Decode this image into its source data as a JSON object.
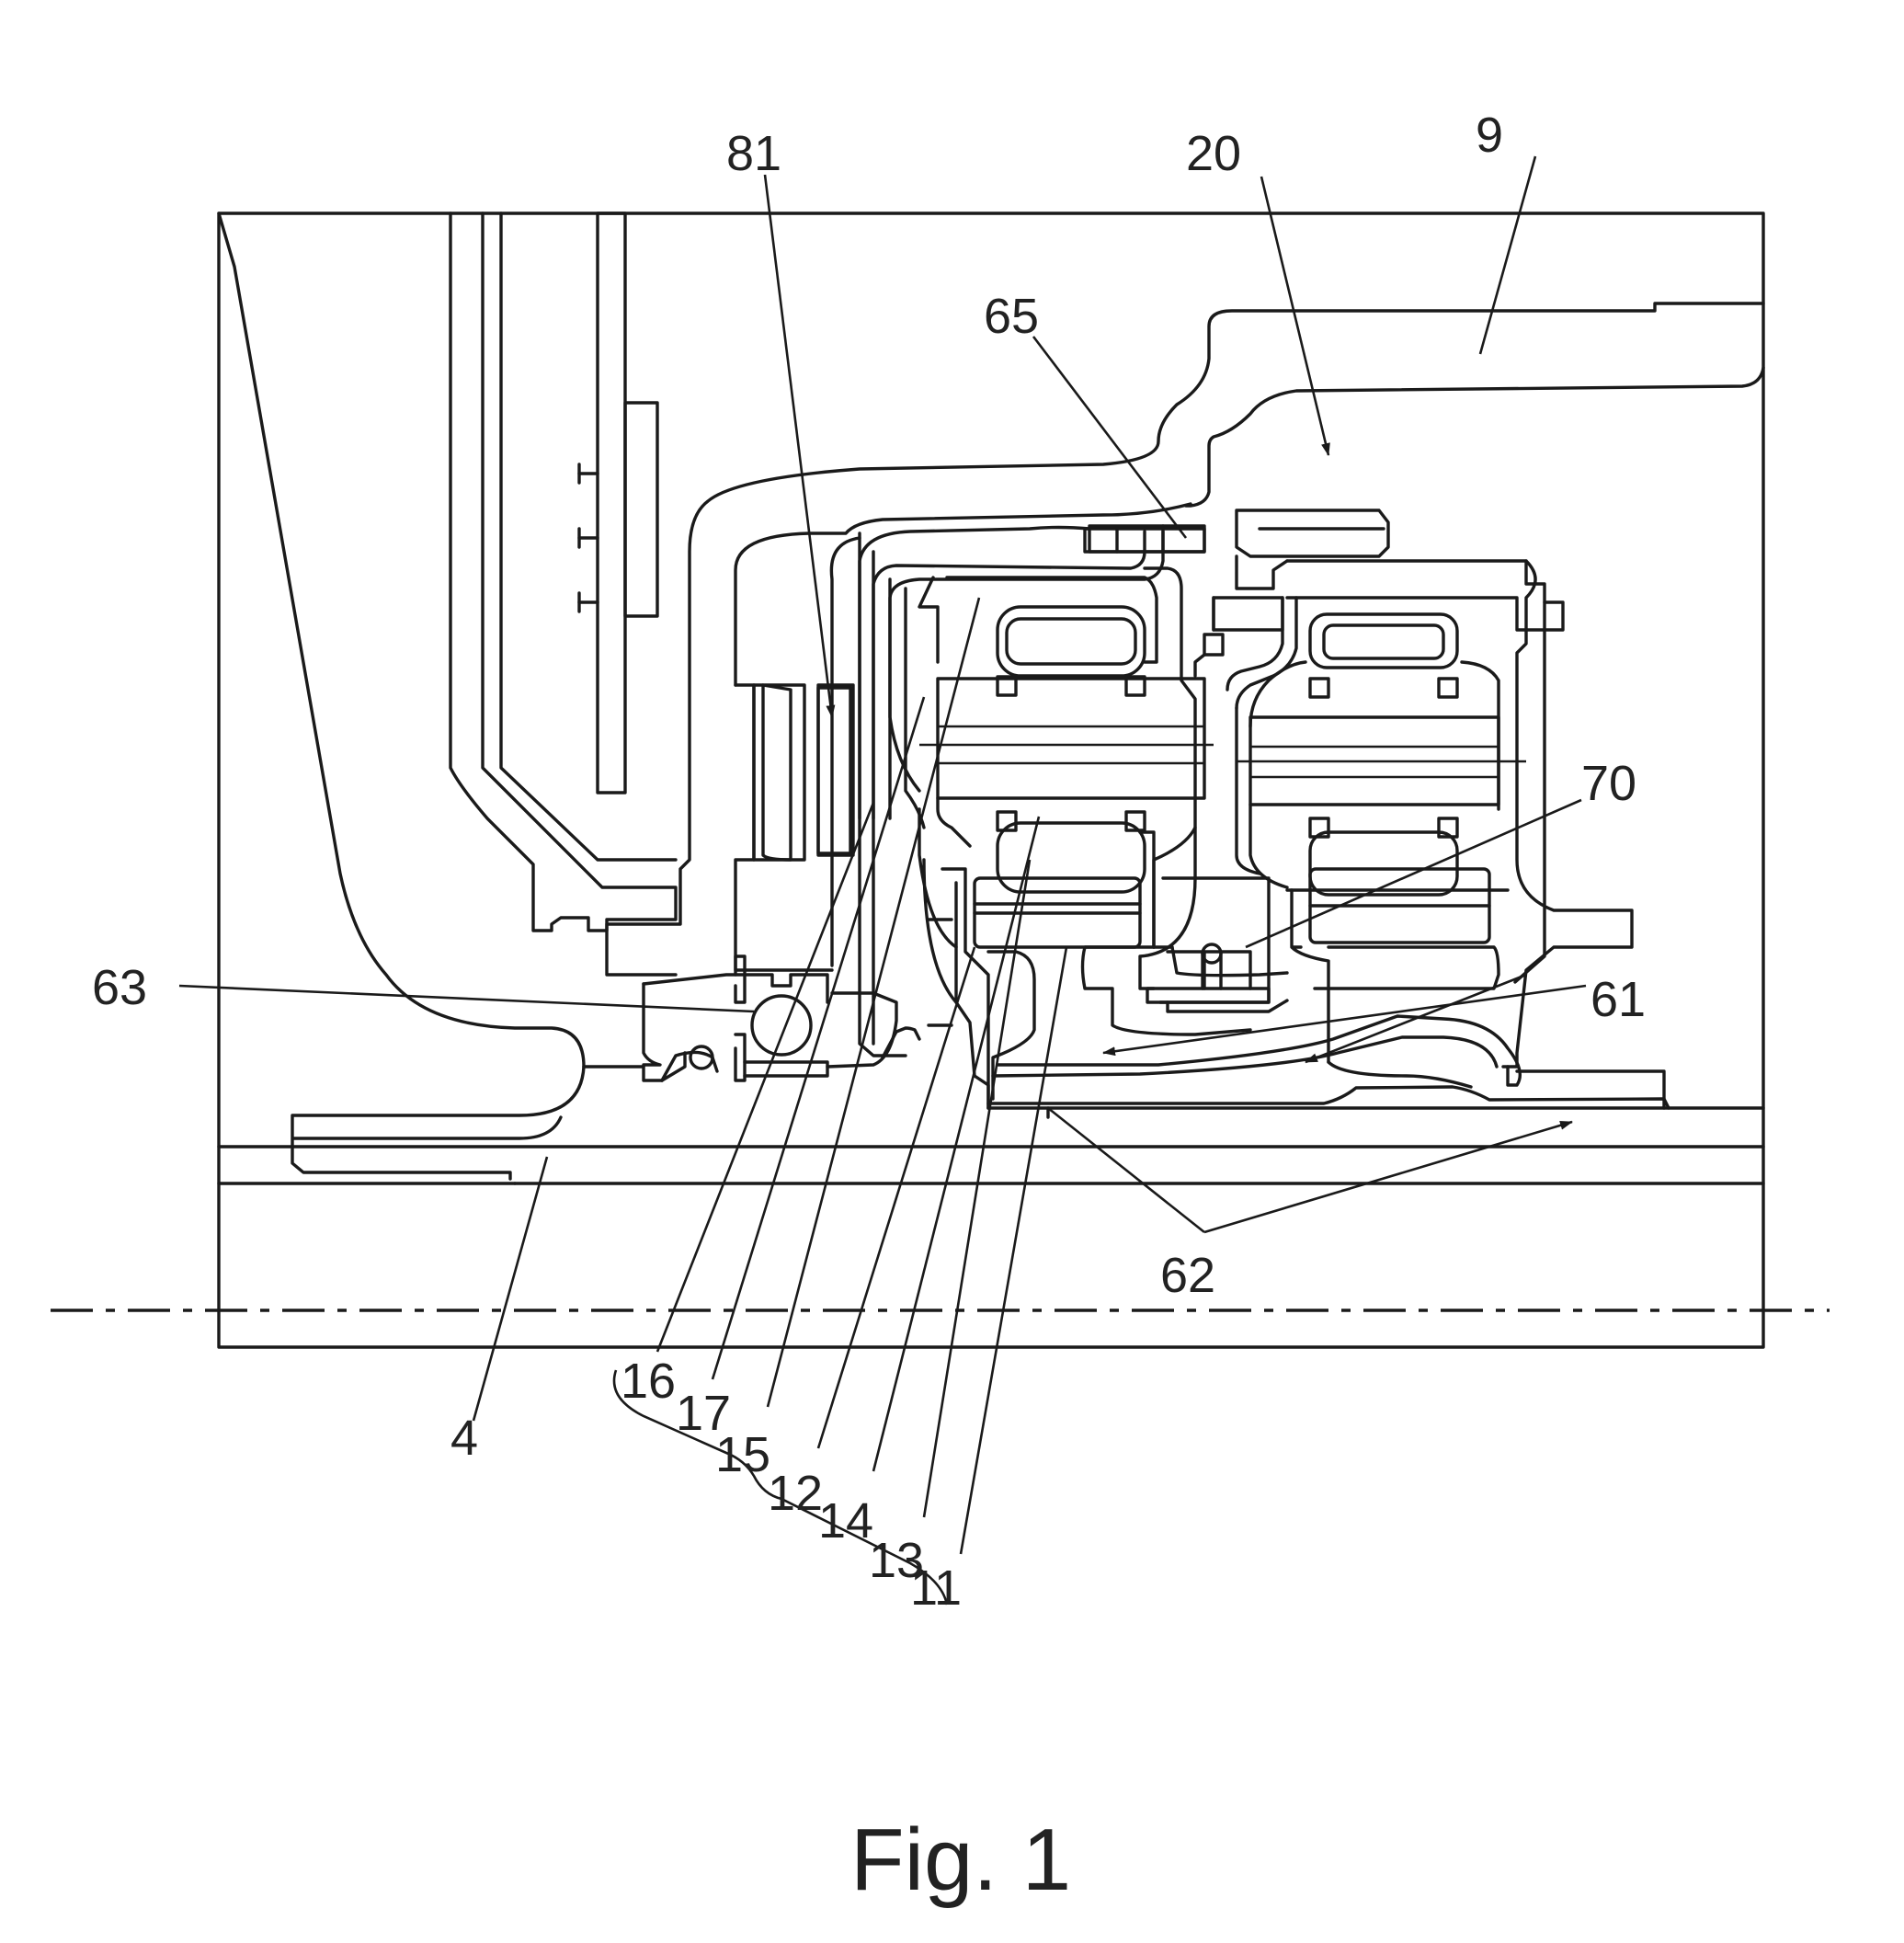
{
  "figure": {
    "caption": "Fig. 1"
  },
  "reference_numerals": {
    "n81": "81",
    "n20": "20",
    "n9": "9",
    "n65": "65",
    "n70": "70",
    "n63": "63",
    "n61": "61",
    "n62": "62",
    "n4": "4",
    "n16": "16",
    "n17": "17",
    "n15": "15",
    "n12": "12",
    "n14": "14",
    "n13": "13",
    "n11": "11"
  }
}
